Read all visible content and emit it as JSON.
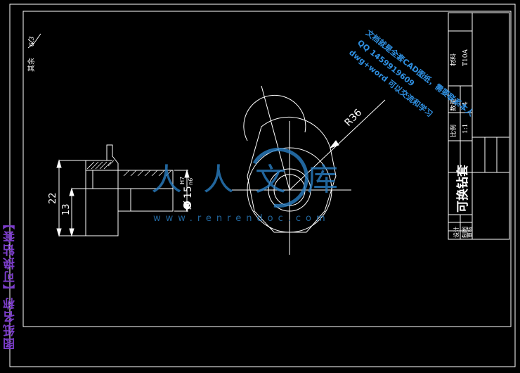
{
  "drawing": {
    "roughness_note": "其余",
    "roughness_value": "6.3",
    "dim_height_outer": "22",
    "dim_height_inner": "13",
    "dim_radius": "R36",
    "dim_diameter_symbol": "Ø",
    "dim_diameter_value": "15",
    "dim_fit_upper": "H7",
    "dim_fit_lower": "n6"
  },
  "title_block": {
    "part_name": "可换钻套",
    "scale_label": "比例",
    "scale_value": "1:1",
    "qty_label": "数量",
    "qty_value": "4",
    "material_label": "材料",
    "material_value": "T10A",
    "role_1": "设计",
    "role_2": "制图",
    "role_3": "审核"
  },
  "side_title": "图纸名称【可换钻套】",
  "watermark": {
    "text_cn": "人人文库",
    "url": "www.renrendoc.com",
    "stamp_line1": "文档就是全套CAD图纸，需要联系本人",
    "stamp_line2": "QQ 1459919609",
    "stamp_line3": "dwg+word 可以交流和学习"
  },
  "colors": {
    "line": "#ffffff",
    "watermark": "#2a7fc4",
    "stamp": "#2f8fe0",
    "side_title": "#7a3cc8"
  }
}
